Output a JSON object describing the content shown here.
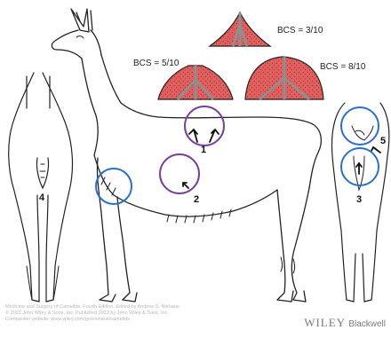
{
  "bcs_labels": {
    "low": "BCS = 3/10",
    "medium": "BCS = 5/10",
    "high": "BCS = 8/10"
  },
  "markers": [
    "1",
    "2",
    "3",
    "4",
    "5"
  ],
  "credit_lines": [
    "Medicine and Surgery of Camelids, Fourth Edition. Edited by Andrew S. Niehaus.",
    "© 2022 John Wiley & Sons, Inc. Published 2022 by John Wiley & Sons, Inc.",
    "Companion website: www.wiley.com/go/niehaus/camelids"
  ],
  "publisher": {
    "brand": "WILEY",
    "sub": "Blackwell"
  },
  "colors": {
    "line": "#222222",
    "fat": "#e06060",
    "muscle_dot": "#8c1a1a",
    "bone": "#8f8f8f",
    "circle_purple": "#7b3f9e",
    "circle_blue": "#2e6fc4"
  }
}
